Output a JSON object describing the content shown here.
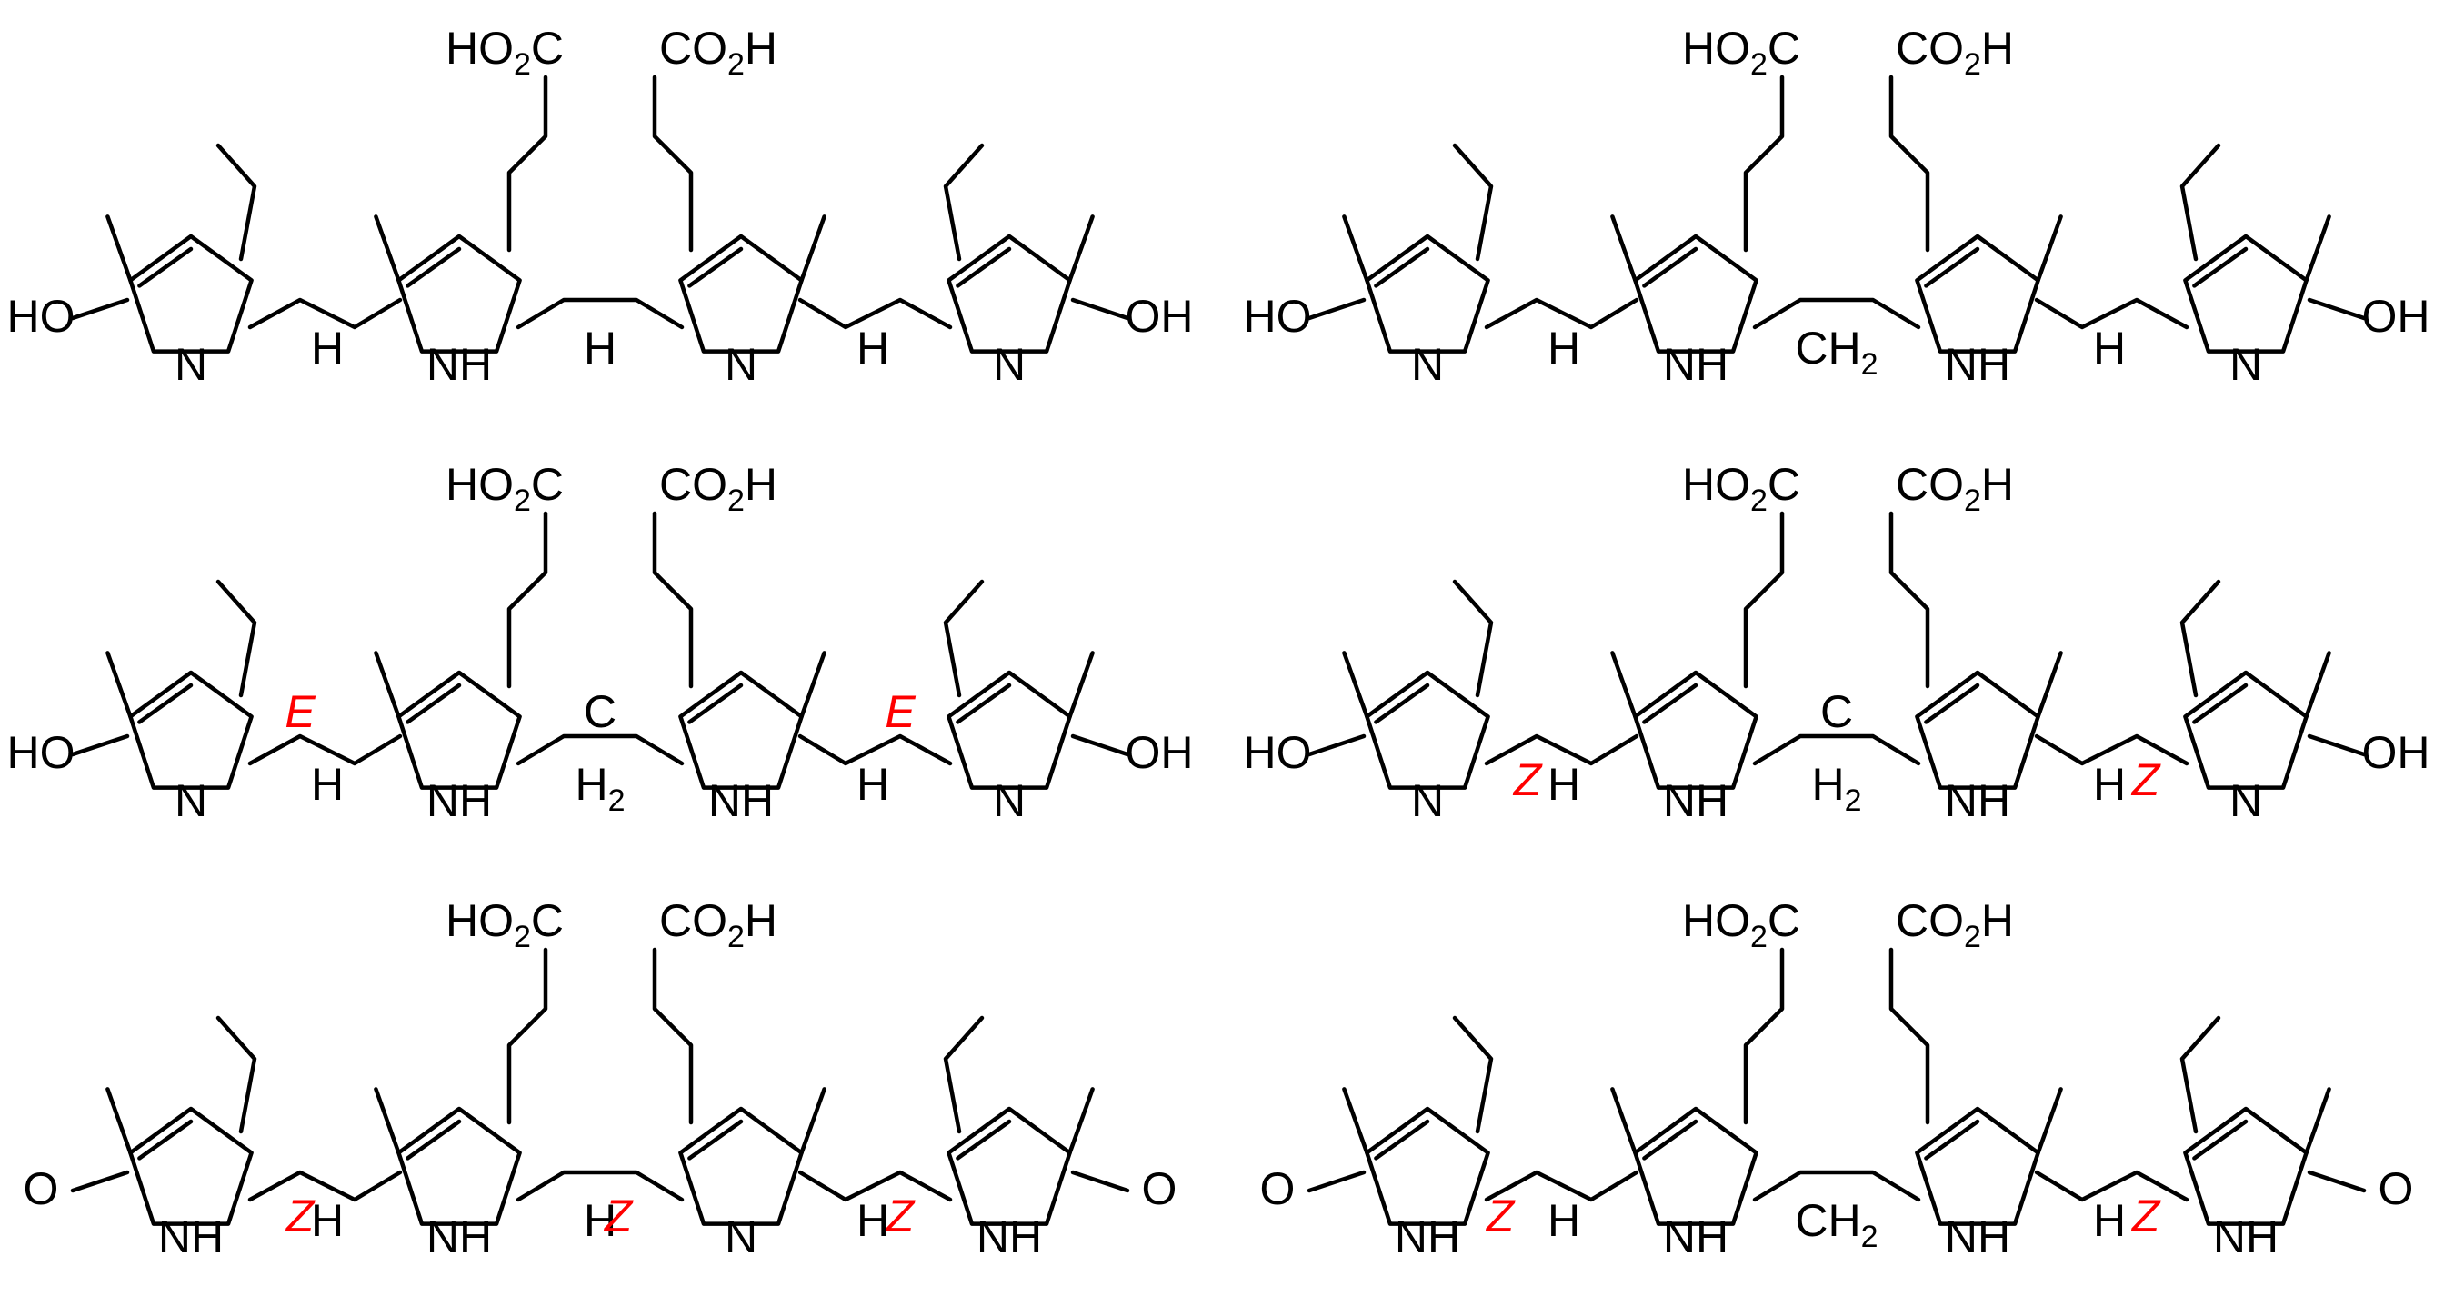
{
  "structures": [
    {
      "id": "s1",
      "labels": {
        "acid_left": "HO2C",
        "acid_right": "CO2H",
        "end_left": "HO",
        "end_right": "OH",
        "n_ring_a": "N",
        "n_ring_d": "N",
        "n_ring_c": "N",
        "nh_ring_b": "NH",
        "bridge_h1": "H",
        "bridge_h2": "H",
        "bridge_h3": "H"
      },
      "stereo": []
    },
    {
      "id": "s2",
      "labels": {
        "acid_left": "HO2C",
        "acid_right": "CO2H",
        "end_left": "HO",
        "end_right": "OH",
        "n_ring_a": "N",
        "n_ring_d": "N",
        "nh_ring_b": "NH",
        "nh_ring_c": "NH",
        "bridge_h1": "H",
        "bridge_ch2": "CH2",
        "bridge_h3": "H"
      },
      "stereo": []
    },
    {
      "id": "s3",
      "labels": {
        "acid_left": "HO2C",
        "acid_right": "CO2H",
        "end_left": "HO",
        "end_right": "OH",
        "n_ring_a": "N",
        "n_ring_d": "N",
        "nh_ring_b": "NH",
        "nh_ring_c": "NH",
        "bridge_h1": "H",
        "bridge_ch2": "H2",
        "bridge_c": "C",
        "bridge_h3": "H"
      },
      "stereo": [
        {
          "label": "E",
          "color": "#ff0000"
        },
        {
          "label": "E",
          "color": "#ff0000"
        }
      ]
    },
    {
      "id": "s4",
      "labels": {
        "acid_left": "HO2C",
        "acid_right": "CO2H",
        "end_left": "HO",
        "end_right": "OH",
        "n_ring_a": "N",
        "n_ring_d": "N",
        "nh_ring_b": "NH",
        "nh_ring_c": "NH",
        "bridge_h1": "H",
        "bridge_ch2": "H2",
        "bridge_c": "C",
        "bridge_h3": "H"
      },
      "stereo": [
        {
          "label": "Z",
          "color": "#ff0000"
        },
        {
          "label": "Z",
          "color": "#ff0000"
        }
      ]
    },
    {
      "id": "s5",
      "labels": {
        "acid_left": "HO2C",
        "acid_right": "CO2H",
        "end_left": "O",
        "end_right": "O",
        "nh_ring_a": "NH",
        "nh_ring_d": "NH",
        "nh_ring_b": "NH",
        "n_ring_c": "N",
        "bridge_h1": "H",
        "bridge_h2": "H",
        "bridge_h3": "H"
      },
      "stereo": [
        {
          "label": "Z",
          "color": "#ff0000"
        },
        {
          "label": "Z",
          "color": "#ff0000"
        },
        {
          "label": "Z",
          "color": "#ff0000"
        }
      ]
    },
    {
      "id": "s6",
      "labels": {
        "acid_left": "HO2C",
        "acid_right": "CO2H",
        "end_left": "O",
        "end_right": "O",
        "nh_ring_a": "NH",
        "nh_ring_d": "NH",
        "nh_ring_b": "NH",
        "nh_ring_c": "NH",
        "bridge_h1": "H",
        "bridge_ch2": "CH2",
        "bridge_h3": "H"
      },
      "stereo": [
        {
          "label": "Z",
          "color": "#ff0000"
        },
        {
          "label": "Z",
          "color": "#ff0000"
        }
      ]
    }
  ]
}
